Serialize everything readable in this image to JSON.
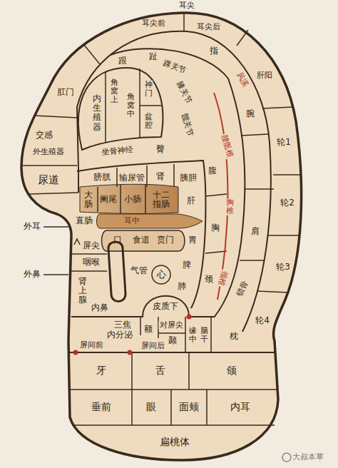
{
  "diagram": {
    "labels": [
      "耳尖",
      "耳尖前",
      "耳尖后",
      "趾",
      "跟",
      "踝关节",
      "膝关节",
      "髋关节",
      "指",
      "风溪",
      "腕",
      "肝阳",
      "肛门",
      "交感",
      "外生殖器",
      "尿道",
      "内生殖器",
      "角窝上",
      "角窝中",
      "神门",
      "盆腔",
      "坐骨神经",
      "臀",
      "膀胱",
      "输尿管",
      "肾",
      "胰胆",
      "腹",
      "腰骶椎",
      "大肠",
      "阑尾",
      "小肠",
      "十二指肠",
      "肝",
      "直肠",
      "耳中",
      "外耳",
      "口",
      "食道",
      "贲门",
      "胃",
      "胸",
      "胸椎",
      "肩",
      "轮1",
      "轮2",
      "轮3",
      "轮4",
      "屏尖",
      "咽喉",
      "外鼻",
      "肾上腺",
      "气管",
      "心",
      "脾",
      "肺",
      "颈",
      "颈椎",
      "锁骨",
      "内鼻",
      "皮质下",
      "三焦",
      "内分泌",
      "额",
      "对屏尖",
      "颞",
      "缘中",
      "脑干",
      "枕",
      "屏间前",
      "屏间后",
      "牙",
      "舌",
      "颌",
      "垂前",
      "眼",
      "面颊",
      "内耳",
      "扁桃体",
      "大叔本草"
    ]
  }
}
